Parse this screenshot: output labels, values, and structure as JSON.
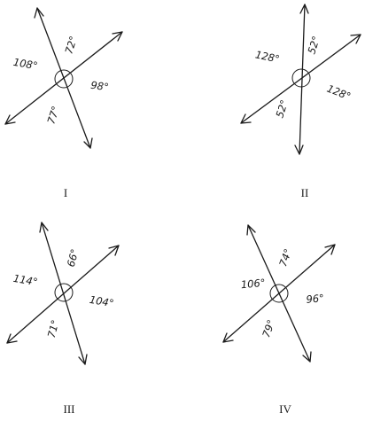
{
  "panels": [
    {
      "label": "I",
      "angles": [
        "72°",
        "108°",
        "98°",
        "77°"
      ]
    },
    {
      "label": "II",
      "angles": [
        "52°",
        "128°",
        "128°",
        "52°"
      ]
    },
    {
      "label": "III",
      "angles": [
        "66°",
        "114°",
        "104°",
        "71°"
      ]
    },
    {
      "label": "IV",
      "angles": [
        "74°",
        "106°",
        "96°",
        "79°"
      ]
    }
  ]
}
